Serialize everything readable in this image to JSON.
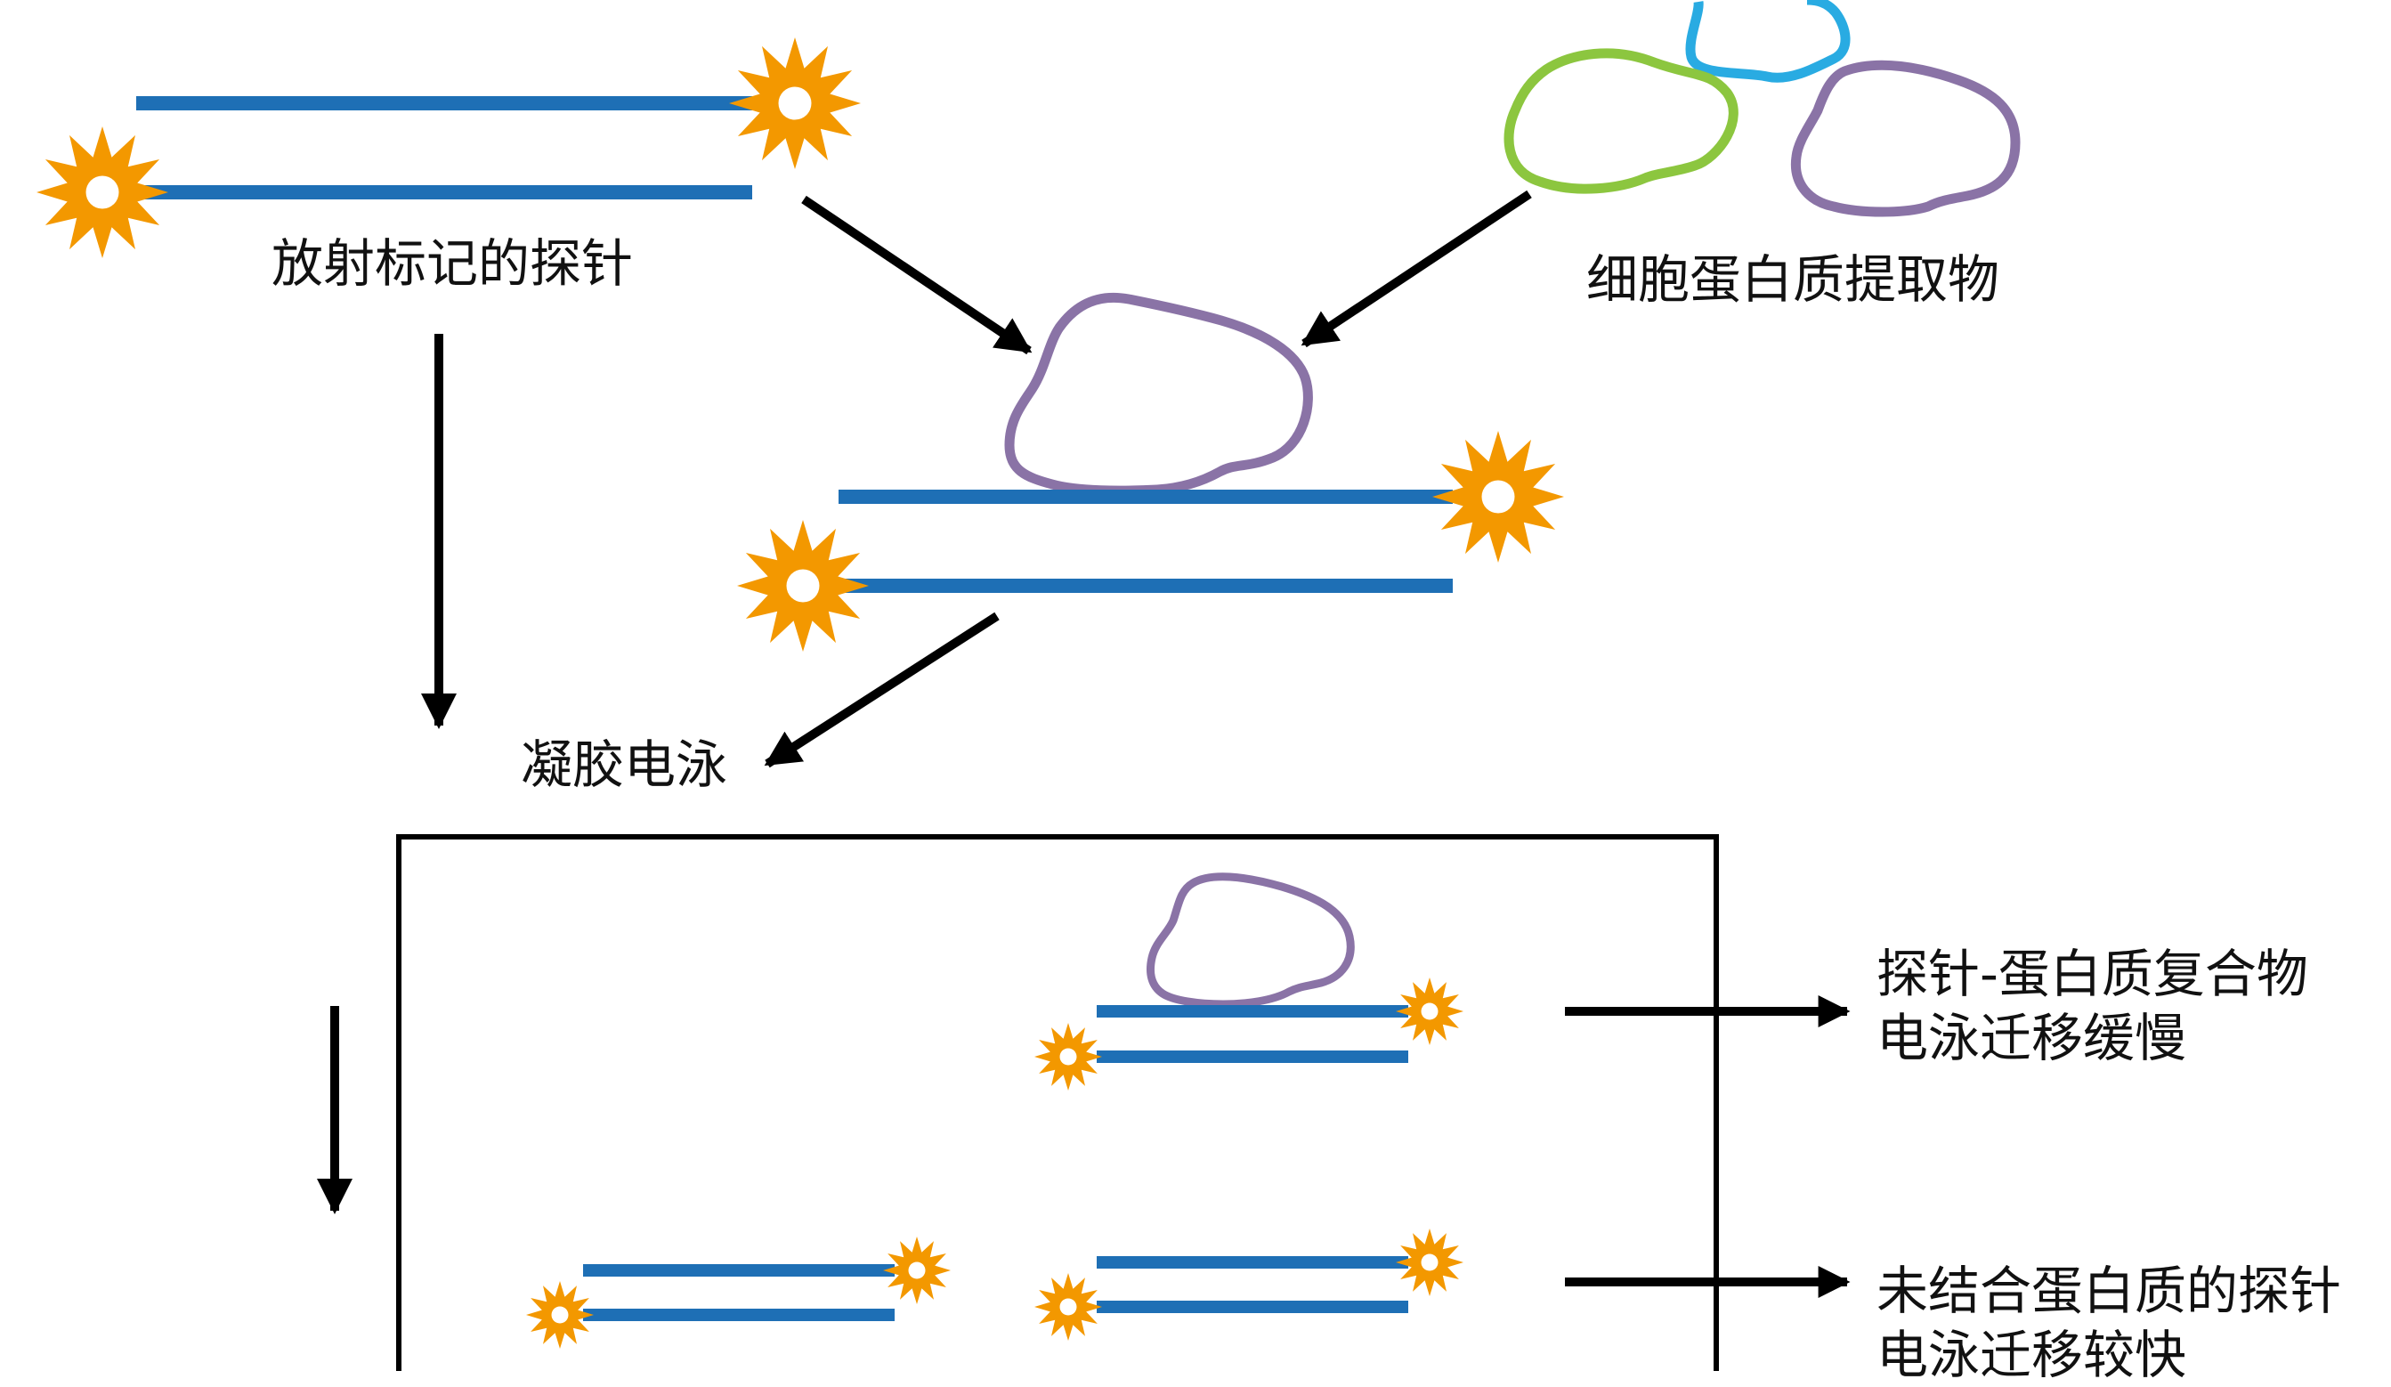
{
  "labels": {
    "probe": "放射标记的探针",
    "extract": "细胞蛋白质提取物",
    "gel": "凝胶电泳",
    "complex_line1": "探针-蛋白质复合物",
    "complex_line2": "电泳迁移缓慢",
    "free_line1": "未结合蛋白质的探针",
    "free_line2": "电泳迁移较快"
  },
  "colors": {
    "dna": "#1e6fb5",
    "star": "#f39800",
    "protein_purple": "#8a73a6",
    "protein_green": "#8cc63f",
    "protein_blue": "#29abe2",
    "arrow": "#000000",
    "gel_box": "#000000"
  },
  "icons": {
    "radiolabel": "starburst-icon",
    "protein": "blob-icon"
  }
}
